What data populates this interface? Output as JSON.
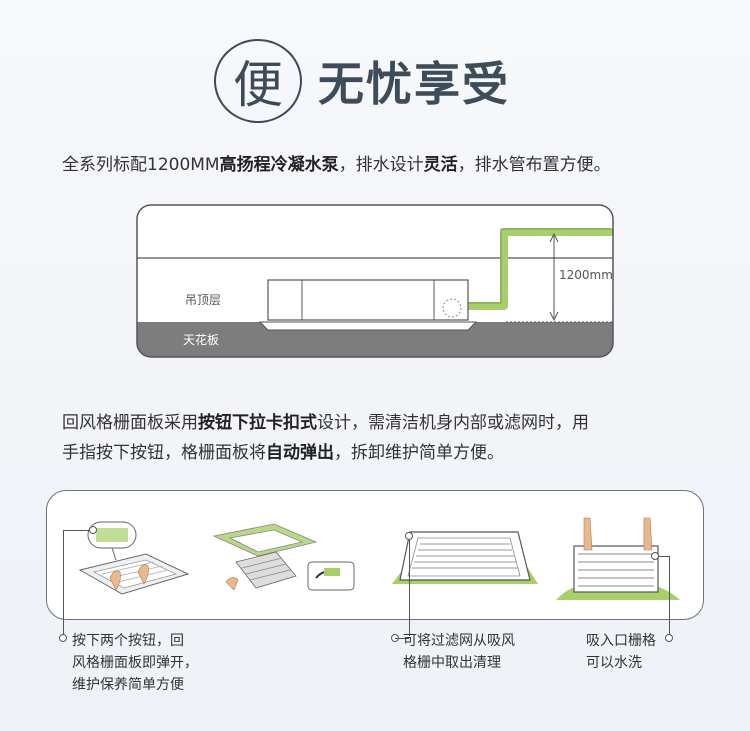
{
  "header": {
    "badge_char": "便",
    "title": "无忧享受"
  },
  "lead": {
    "part1": "全系列标配1200MM",
    "bold1": "高扬程冷凝水泵",
    "part2": "，排水设计",
    "bold2": "灵活",
    "part3": "，排水管布置方便。"
  },
  "diagram": {
    "ceiling_label": "吊顶层",
    "floor_label": "天花板",
    "height_label": "1200mm",
    "colors": {
      "pipe": "#a8cf6a",
      "floor": "#7d7d7d",
      "line": "#555555"
    }
  },
  "para": {
    "line1_part1": "回风格栅面板采用",
    "line1_bold": "按钮下拉卡扣式",
    "line1_part2": "设计，需清洁机身内部或滤网时，用",
    "line2_part1": "手指按下按钮，格栅面板将",
    "line2_bold": "自动弹出",
    "line2_part2": "，拆卸维护简单方便。"
  },
  "steps": [
    {
      "lines": [
        "按下两个按钮，回",
        "风格栅面板即弹开，",
        "维护保养简单方便"
      ]
    },
    {
      "lines": [
        "可将过滤网从吸风",
        "格栅中取出清理"
      ]
    },
    {
      "lines": [
        "吸入口栅格",
        "可以水洗"
      ]
    }
  ]
}
